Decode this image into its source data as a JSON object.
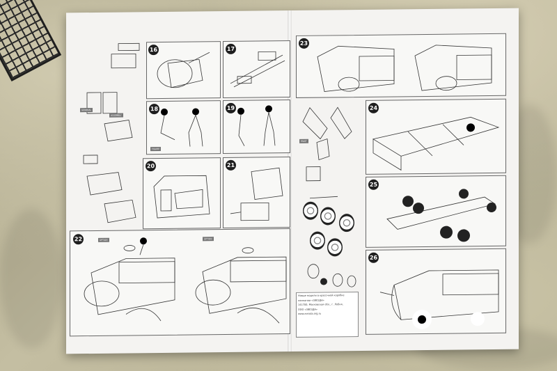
{
  "photo": {
    "subject": "",
    "steps": [
      {
        "n": "16"
      },
      {
        "n": "17"
      },
      {
        "n": "18"
      },
      {
        "n": "19"
      },
      {
        "n": "20"
      },
      {
        "n": "21"
      },
      {
        "n": "22"
      },
      {
        "n": "23"
      },
      {
        "n": "24"
      },
      {
        "n": "25"
      },
      {
        "n": "26"
      }
    ],
    "info_lines": [
      "Новые модели в красочной коробке",
      "компании «ЗВЕЗДА»",
      "141700, Московская обл., г. Лобня,",
      "ООО «ЗВЕЗДА»",
      "www.zvezda.org.ru"
    ]
  }
}
